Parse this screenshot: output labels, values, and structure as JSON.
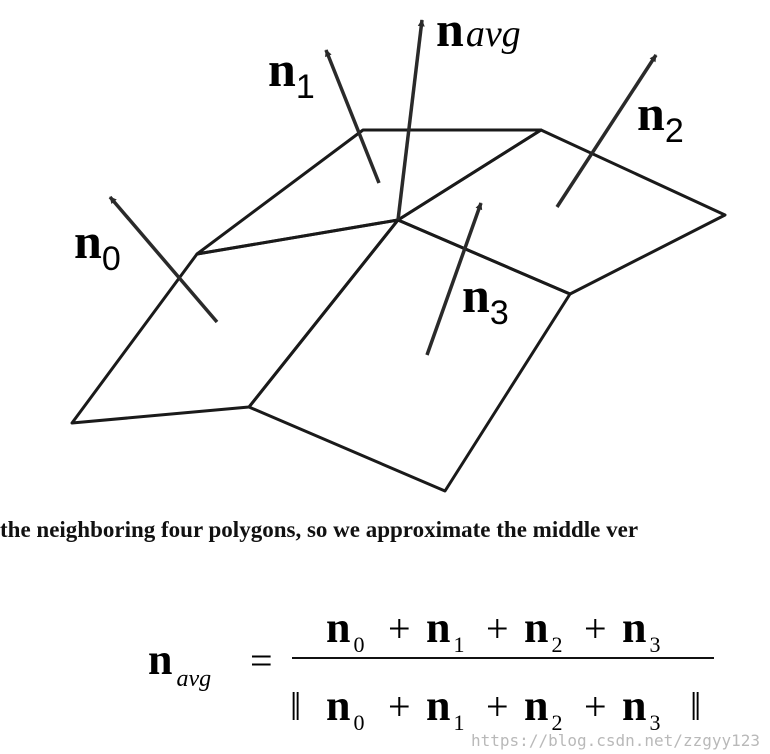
{
  "diagram": {
    "labels": {
      "n0": {
        "base": "n",
        "sub": "0"
      },
      "n1": {
        "base": "n",
        "sub": "1"
      },
      "navg": {
        "base": "n",
        "sub": "avg"
      },
      "n2": {
        "base": "n",
        "sub": "2"
      },
      "n3": {
        "base": "n",
        "sub": "3"
      }
    }
  },
  "caption": "the neighboring four polygons, so we approximate the middle ver",
  "formula": {
    "lhs": {
      "base": "n",
      "sub": "avg"
    },
    "equals": "=",
    "plus": "+",
    "norm_bar": "‖",
    "terms": [
      {
        "base": "n",
        "sub": "0"
      },
      {
        "base": "n",
        "sub": "1"
      },
      {
        "base": "n",
        "sub": "2"
      },
      {
        "base": "n",
        "sub": "3"
      }
    ]
  },
  "watermark": "https://blog.csdn.net/zzgyy123"
}
